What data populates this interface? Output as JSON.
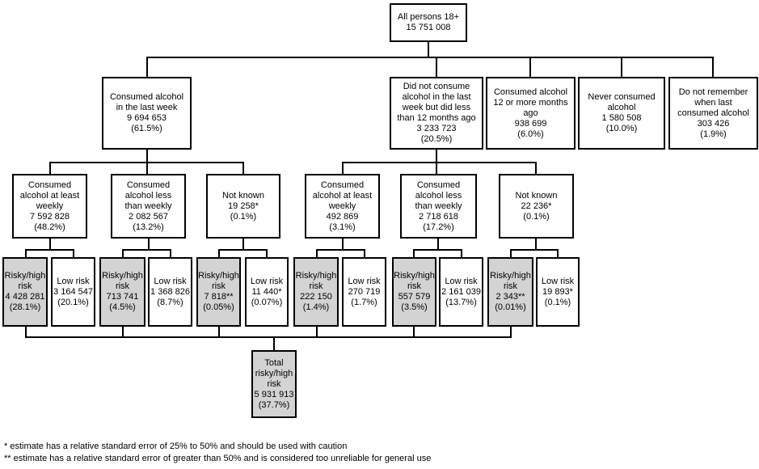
{
  "colors": {
    "background": "#ffffff",
    "node_border": "#000000",
    "risky_fill": "#d3d3d3",
    "text": "#000000"
  },
  "tree": {
    "root": {
      "label": "All persons 18+",
      "value": "15 751 008"
    },
    "level1": [
      {
        "label": "Consumed alcohol in the last week",
        "value": "9 694 653",
        "pct": "(61.5%)"
      },
      {
        "label": "Did not consume alcohol in the last week but did less than 12 months ago",
        "value": "3 233 723",
        "pct": "(20.5%)"
      },
      {
        "label": "Consumed alcohol 12 or more months ago",
        "value": "938 699",
        "pct": "(6.0%)"
      },
      {
        "label": "Never consumed alcohol",
        "value": "1 580 508",
        "pct": "(10.0%)"
      },
      {
        "label": "Do not remember when last consumed alcohol",
        "value": "303 426",
        "pct": "(1.9%)"
      }
    ],
    "level2": [
      {
        "label": "Consumed alcohol at least weekly",
        "value": "7 592 828",
        "pct": "(48.2%)"
      },
      {
        "label": "Consumed alcohol less than weekly",
        "value": "2 082 567",
        "pct": "(13.2%)"
      },
      {
        "label": "Not known",
        "value": "19 258*",
        "pct": "(0.1%)"
      },
      {
        "label": "Consumed alcohol at least weekly",
        "value": "492 869",
        "pct": "(3.1%)"
      },
      {
        "label": "Consumed alcohol less than weekly",
        "value": "2 718 618",
        "pct": "(17.2%)"
      },
      {
        "label": "Not known",
        "value": "22 236*",
        "pct": "(0.1%)"
      }
    ],
    "level3": [
      {
        "label": "Risky/high risk",
        "value": "4 428 281",
        "pct": "(28.1%)"
      },
      {
        "label": "Low risk",
        "value": "3 164 547",
        "pct": "(20.1%)"
      },
      {
        "label": "Risky/high risk",
        "value": "713 741",
        "pct": "(4.5%)"
      },
      {
        "label": "Low risk",
        "value": "1 368 826",
        "pct": "(8.7%)"
      },
      {
        "label": "Risky/high risk",
        "value": "7 818**",
        "pct": "(0.05%)"
      },
      {
        "label": "Low risk",
        "value": "11 440*",
        "pct": "(0.07%)"
      },
      {
        "label": "Risky/high risk",
        "value": "222 150",
        "pct": "(1.4%)"
      },
      {
        "label": "Low risk",
        "value": "270 719",
        "pct": "(1.7%)"
      },
      {
        "label": "Risky/high risk",
        "value": "557 579",
        "pct": "(3.5%)"
      },
      {
        "label": "Low risk",
        "value": "2 161 039",
        "pct": "(13.7%)"
      },
      {
        "label": "Risky/high risk",
        "value": "2 343**",
        "pct": "(0.01%)"
      },
      {
        "label": "Low risk",
        "value": "19 893*",
        "pct": "(0.1%)"
      }
    ],
    "total": {
      "label": "Total risky/high risk",
      "value": "5 931 913",
      "pct": "(37.7%)"
    }
  },
  "footnotes": [
    "* estimate has a relative standard error of 25% to 50% and should be used with caution",
    "** estimate has a relative standard error of greater than 50% and is considered too unreliable for general use"
  ]
}
